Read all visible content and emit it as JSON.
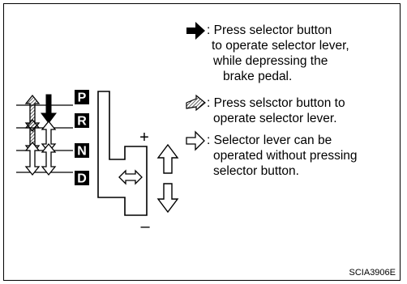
{
  "gear_positions": [
    "P",
    "R",
    "N",
    "D"
  ],
  "lever_marks": {
    "plus": "+",
    "minus": "–"
  },
  "legend": [
    {
      "symbol": "solid-arrow-icon",
      "text_lines": [
        ": Press selector button",
        "to operate selector lever,",
        "while depressing the",
        "brake pedal."
      ]
    },
    {
      "symbol": "hatched-arrow-icon",
      "text_lines": [
        ": Press selsctor button to",
        "operate selector lever."
      ]
    },
    {
      "symbol": "outline-arrow-icon",
      "text_lines": [
        ": Selector lever can be",
        "operated without pressing",
        "selector button."
      ]
    }
  ],
  "figure_code": "SCIA3906E"
}
